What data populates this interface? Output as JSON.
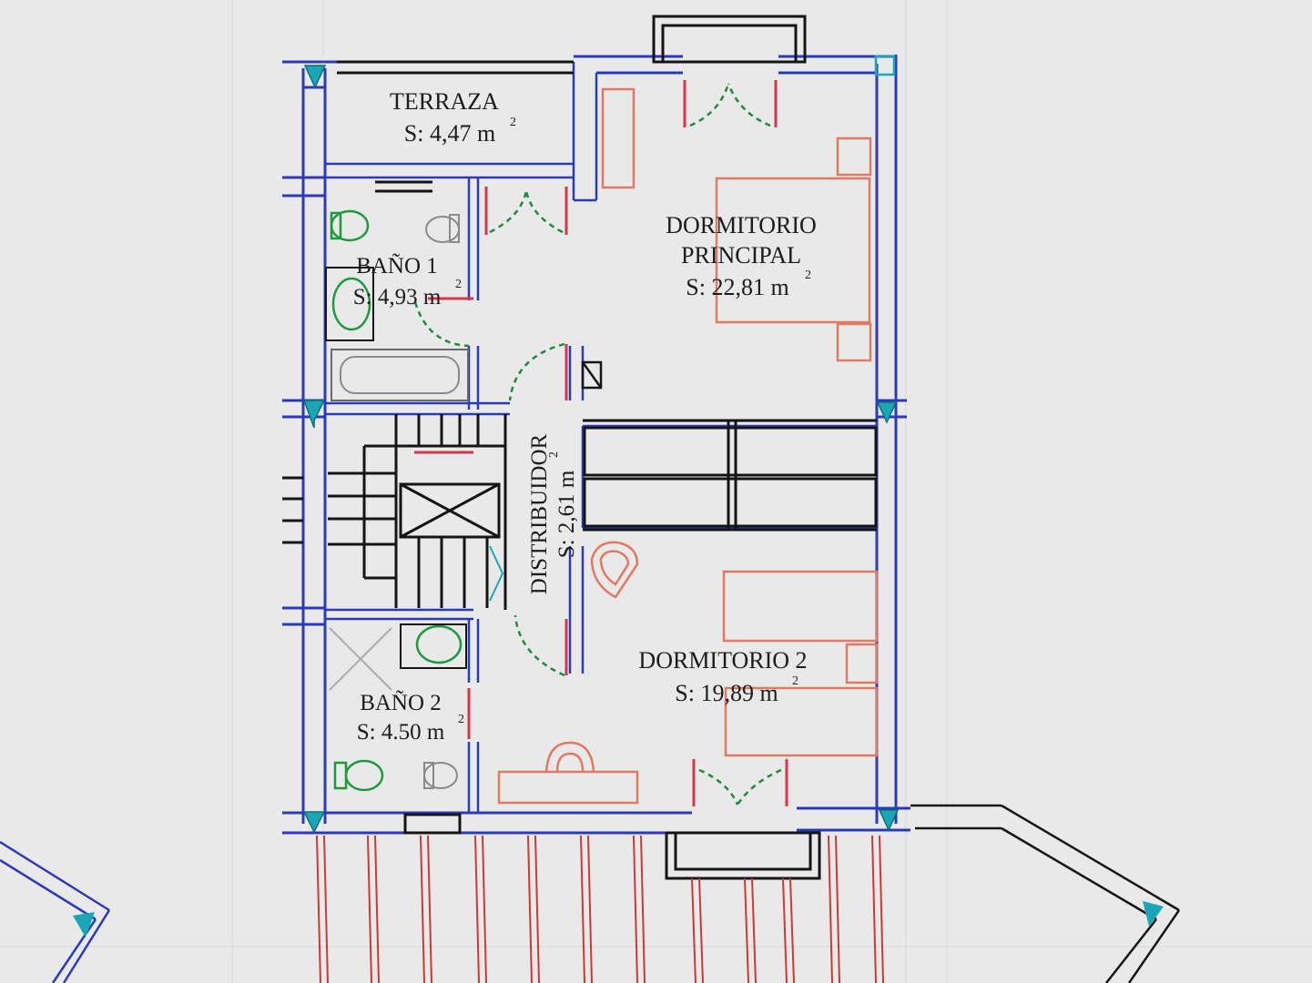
{
  "plan": {
    "rooms": [
      {
        "id": "terraza",
        "name": "TERRAZA",
        "area": "S: 4,47 m",
        "unit_sup": "2"
      },
      {
        "id": "dormitorio-principal",
        "name_line1": "DORMITORIO",
        "name_line2": "PRINCIPAL",
        "area": "S: 22,81 m",
        "unit_sup": "2"
      },
      {
        "id": "bano-1",
        "name": "BAÑO 1",
        "area": "S: 4,93 m",
        "unit_sup": "2"
      },
      {
        "id": "distribuidor",
        "name": "DISTRIBUIDOR",
        "area": "S: 2,61 m",
        "unit_sup": "2"
      },
      {
        "id": "dormitorio-2",
        "name": "DORMITORIO 2",
        "area": "S: 19,89 m",
        "unit_sup": "2"
      },
      {
        "id": "bano-2",
        "name": "BAÑO 2",
        "area": "S: 4.50 m",
        "unit_sup": "2"
      }
    ],
    "colors": {
      "wall_blue": "#2b3bb8",
      "wall_black": "#151515",
      "furniture": "#e07a62",
      "door_green": "#1f8a3a",
      "door_red": "#d6364a",
      "sanitary_green": "#1e9a3c",
      "column_cyan": "#1aa6b4",
      "railing_red": "#c73a3a",
      "background": "#e9e9ea"
    }
  }
}
